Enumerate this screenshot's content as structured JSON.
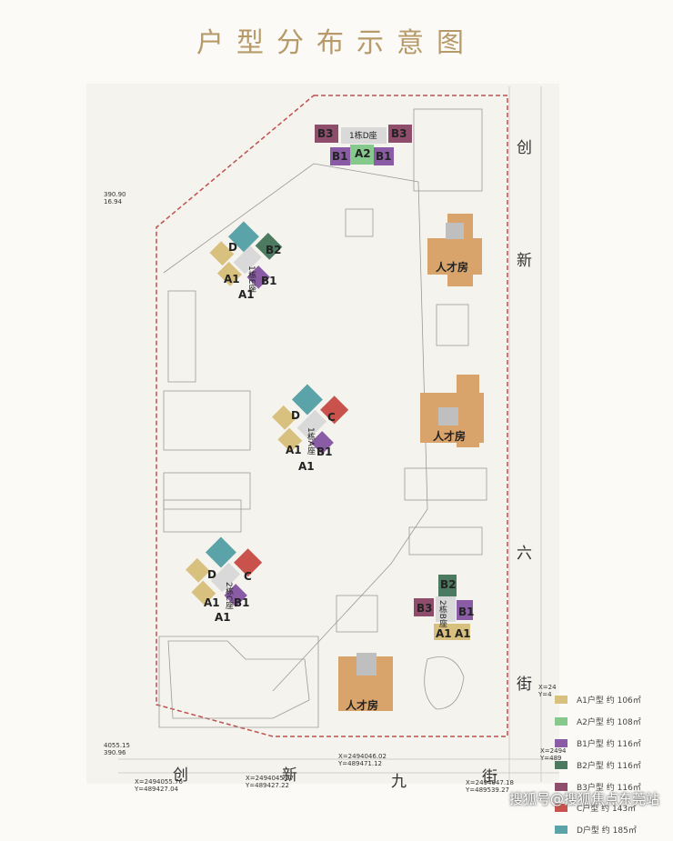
{
  "title": "户型分布示意图",
  "colors": {
    "A1": "#d8c07e",
    "A2": "#86c98d",
    "B1": "#8a5ca6",
    "B2": "#4c7a60",
    "B3": "#8e4e6b",
    "C": "#c9534c",
    "D": "#5aa3a8",
    "talent": "#d9a46c"
  },
  "legend": [
    {
      "key": "A1",
      "label": "A1户型 约 106㎡"
    },
    {
      "key": "A2",
      "label": "A2户型 约 108㎡"
    },
    {
      "key": "B1",
      "label": "B1户型 约 116㎡"
    },
    {
      "key": "B2",
      "label": "B2户型 约 116㎡"
    },
    {
      "key": "B3",
      "label": "B3户型 约 116㎡"
    },
    {
      "key": "C",
      "label": "C户型 约 143㎡"
    },
    {
      "key": "D",
      "label": "D户型 约 185㎡"
    }
  ],
  "buildings": {
    "d": {
      "name": "1栋D座",
      "units": [
        "B3",
        "B3",
        "A2",
        "B1",
        "B1"
      ]
    },
    "e": {
      "name": "1栋E座",
      "units": [
        "D",
        "B2",
        "A1",
        "A1",
        "B1"
      ]
    },
    "a": {
      "name": "1栋A座",
      "units": [
        "D",
        "C",
        "A1",
        "A1",
        "B1"
      ]
    },
    "c": {
      "name": "2栋C座",
      "units": [
        "D",
        "C",
        "A1",
        "A1",
        "B1"
      ]
    },
    "b": {
      "name": "2栋B座",
      "units": [
        "B2",
        "B3",
        "B1",
        "A1",
        "A1"
      ]
    }
  },
  "talent_label": "人才房",
  "streets": {
    "east": [
      "创",
      "新",
      "六",
      "街"
    ],
    "south": [
      "创",
      "新",
      "九",
      "街"
    ]
  },
  "coords": [
    "X=2494055.76\nY=489427.04",
    "X=2494045.27\nY=489427.22",
    "X=2494046.02\nY=489471.12",
    "X=2494047.18\nY=489539.27",
    "X=24\nY=4",
    "X=2494\nY=489",
    "4055.15\n390.96",
    "390.90\n16.94"
  ],
  "watermark": "搜狐号@搜狐焦点东莞站"
}
